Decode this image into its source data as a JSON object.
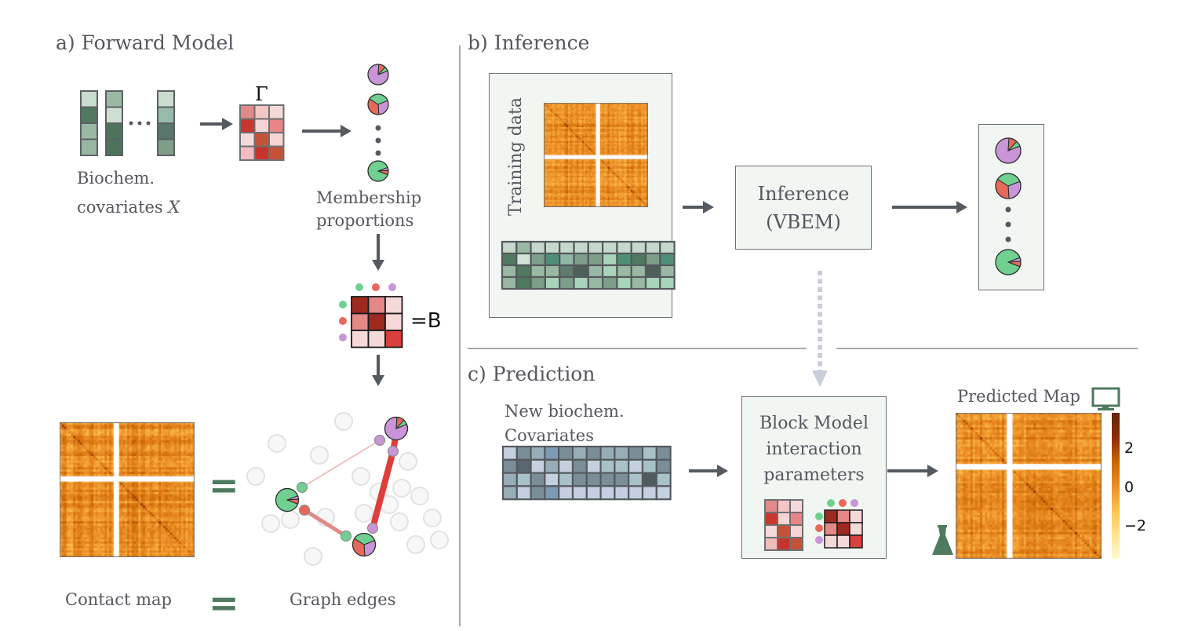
{
  "panels": {
    "forward": {
      "title": "a) Forward Model",
      "covariates_label_line1": "Biochem.",
      "covariates_label_line2": "covariates",
      "covariates_symbol": "X",
      "gamma_label": "Γ",
      "membership_label_line1": "Membership",
      "membership_label_line2": "proportions",
      "b_label": "=B",
      "contact_map_label": "Contact map",
      "graph_edges_label": "Graph edges",
      "equals_sign": "="
    },
    "inference": {
      "title": "b) Inference",
      "training_data_label": "Training data",
      "inference_box_line1": "Inference",
      "inference_box_line2": "(VBEM)"
    },
    "prediction": {
      "title": "c) Prediction",
      "new_covariates_line1": "New biochem.",
      "new_covariates_line2": "Covariates",
      "block_model_line1": "Block Model",
      "block_model_line2": "interaction",
      "block_model_line3": "parameters",
      "predicted_map_label": "Predicted Map",
      "colorbar_ticks": [
        "2",
        "0",
        "−2"
      ],
      "colorbar_range": [
        -3.5,
        3.5
      ]
    }
  },
  "colors": {
    "group_green": "#6fd08f",
    "group_red": "#e8685a",
    "group_purple": "#c994d8",
    "arrow": "#555a61",
    "box_bg": "#f1f6f3",
    "dotted_arrow": "#c7ced9",
    "icon_green": "#4e7a5e"
  },
  "icons": {
    "computer": "monitor-icon",
    "flask": "flask-icon"
  },
  "matrices": {
    "gamma": [
      [
        "#e28a8a",
        "#f3c6c6",
        "#f5d8d8"
      ],
      [
        "#c8372d",
        "#f5d4d4",
        "#e98585"
      ],
      [
        "#f5d8d8",
        "#c45236",
        "#f5d4d4"
      ],
      [
        "#f1bcbc",
        "#c8332b",
        "#c45236"
      ]
    ],
    "B": [
      [
        "#9e2a1f",
        "#e48888",
        "#f5d8d8"
      ],
      [
        "#e48888",
        "#9e2a1f",
        "#f5d8d8"
      ],
      [
        "#f5d8d8",
        "#f5d8d8",
        "#d9403d"
      ]
    ],
    "covariate_columns": [
      [
        "#c9dccd",
        "#4f7a5f",
        "#9ab9a4",
        "#98b8a3"
      ],
      [
        "#9ab9a4",
        "#cfe0d3",
        "#4d745b",
        "#4d745b"
      ],
      [
        "#c9dccd",
        "#97bba9",
        "#58766a",
        "#7d9e88"
      ]
    ],
    "training_covariates": [
      [
        "#c5d8cb",
        "#9ab9a2",
        "#c5d8cb",
        "#c5d8cb",
        "#c5d8cb",
        "#c5d8cb",
        "#c5d8cb",
        "#c5d8cb",
        "#c5d8cb",
        "#c5d8cb",
        "#c5d8cb",
        "#c5d8cb"
      ],
      [
        "#4f7a5f",
        "#d2e2d6",
        "#7d9e88",
        "#4f8f78",
        "#8fb8a5",
        "#7d9e88",
        "#7d9e88",
        "#a8d4bb",
        "#4f8f78",
        "#4f7a5f",
        "#7d9e88",
        "#4f8f78"
      ],
      [
        "#9ab9a4",
        "#4f7a5f",
        "#9ab9a4",
        "#9ab9a4",
        "#5e7c6e",
        "#4f5f5a",
        "#9ab9a4",
        "#a8d4bb",
        "#9ab9a4",
        "#9ab9a4",
        "#4f5f5a",
        "#9ab9a4"
      ],
      [
        "#98b8a3",
        "#4f7a5f",
        "#7d9e88",
        "#a8d4bb",
        "#7d9e88",
        "#a8d4bb",
        "#9ab9a4",
        "#7d9e88",
        "#a8d4bb",
        "#9ab9a4",
        "#a8d4bb",
        "#a8d4bb"
      ]
    ],
    "new_covariates": [
      [
        "#c4cfdf",
        "#7a8e98",
        "#97adb8",
        "#7f9ab5",
        "#7a8e98",
        "#97adb8",
        "#7a8e98",
        "#97adb8",
        "#97adb8",
        "#7a8e98",
        "#a8c2c8",
        "#7a8e98"
      ],
      [
        "#7a8e98",
        "#58676d",
        "#c4cfdf",
        "#97adb8",
        "#c4cfdf",
        "#7a8e98",
        "#c4cfdf",
        "#a8c2c8",
        "#a8c2c8",
        "#c4cfdf",
        "#a8c2c8",
        "#7a8e98"
      ],
      [
        "#97adb8",
        "#a8c2c8",
        "#7a8e98",
        "#c4cfdf",
        "#a8c2c8",
        "#7a8e98",
        "#7a8e98",
        "#7a8e98",
        "#7a8e98",
        "#a8c2c8",
        "#4f5b5b",
        "#a8c2c8"
      ],
      [
        "#97adb8",
        "#c4cfdf",
        "#7a8e98",
        "#7f9ab5",
        "#c4cfdf",
        "#c4cfdf",
        "#c4cfdf",
        "#c4cfdf",
        "#c4cfdf",
        "#c4cfdf",
        "#c4cfdf",
        "#c4cfdf"
      ]
    ]
  },
  "membership_pies": [
    {
      "purple": 0.82,
      "red": 0.11,
      "green": 0.07
    },
    {
      "purple": 0.3,
      "red": 0.35,
      "green": 0.35
    },
    {
      "purple": 0.05,
      "red": 0.07,
      "green": 0.88
    }
  ]
}
